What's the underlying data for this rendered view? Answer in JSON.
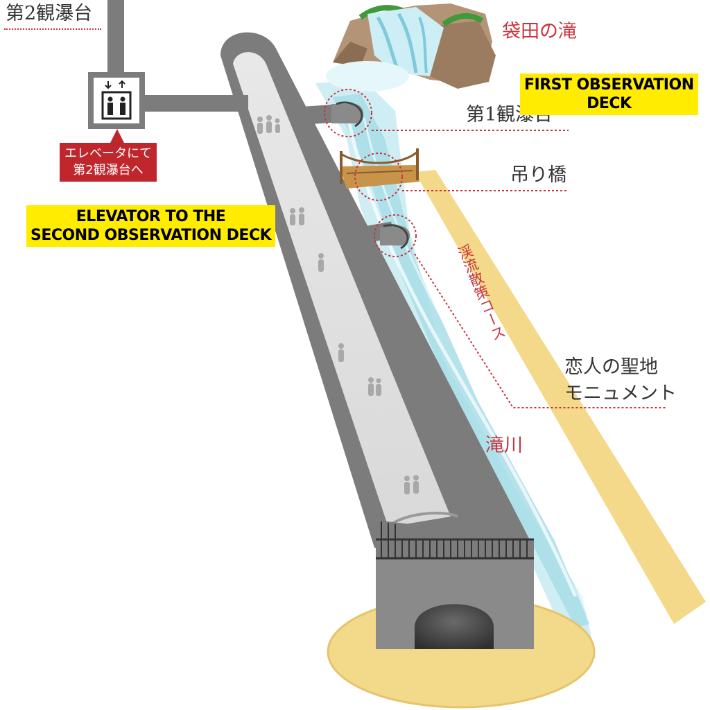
{
  "labels": {
    "second_deck": "第2観瀑台",
    "waterfall": "袋田の滝",
    "first_deck": "第1観瀑台",
    "bridge": "吊り橋",
    "stream_course": "渓流散策コース",
    "lovers_monument_line1": "恋人の聖地",
    "lovers_monument_line2": "モニュメント",
    "river": "滝川"
  },
  "elevator_note": {
    "line1": "エレベータにて",
    "line2": "第2観瀑台へ"
  },
  "english": {
    "first_deck_line1": "FIRST OBSERVATION",
    "first_deck_line2": "DECK",
    "elevator_line1": "ELEVATOR TO THE",
    "elevator_line2": "SECOND OBSERVATION DECK"
  },
  "icons": [
    "elevator-icon",
    "people-icon"
  ],
  "colors": {
    "accent_red": "#c0272d",
    "highlight_yellow": "#ffec00",
    "path_yellow": "#f5d98a",
    "tunnel_gray": "#7c7c7c",
    "water_blue": "#a8dde8"
  }
}
